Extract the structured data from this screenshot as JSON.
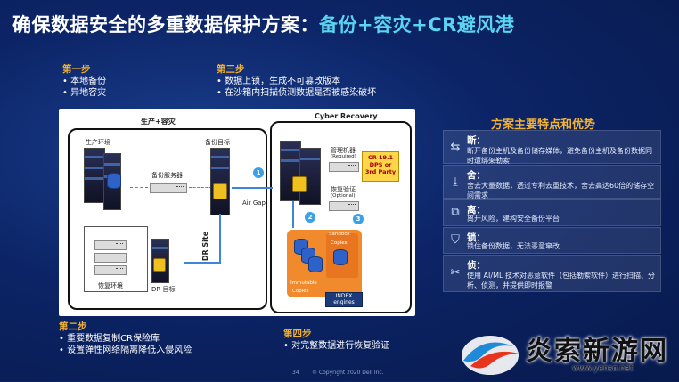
{
  "title": {
    "main": "确保数据安全的多重数据保护方案：",
    "highlight": "备份+容灾+CR避风港"
  },
  "steps": {
    "step1": {
      "title": "第一步",
      "items": [
        "本地备份",
        "异地容灾"
      ]
    },
    "step2": {
      "title": "第二步",
      "items": [
        "重要数据复制CR保险库",
        "设置弹性网络隔离降低入侵风险"
      ]
    },
    "step3": {
      "title": "第三步",
      "items": [
        "数据上锁，生成不可篡改版本",
        "在沙箱内扫描侦测数据是否被感染破坏"
      ]
    },
    "step4": {
      "title": "第四步",
      "items": [
        "对完整数据进行恢复验证"
      ]
    }
  },
  "diagram": {
    "prod_title": "生产+容灾",
    "cyber_title": "Cyber Recovery",
    "prod_env": "生产环境",
    "backup_server": "备份服务器",
    "backup_target": "备份目标",
    "restore_env": "恢复环境",
    "dr_target": "DR 目标",
    "dr_site": "DR Site",
    "air_gap": "Air Gap",
    "mgmt_host": "管理机器",
    "mgmt_required": "(Required)",
    "restore_verify": "恢复验证",
    "verify_optional": "(Optional)",
    "cr_label": [
      "CR 19.1",
      "DPS or",
      "3rd Party"
    ],
    "sandbox": "Sandbox",
    "copies": "Copies",
    "immutable": "Immutable",
    "immutable_copies": "Copies",
    "engines": [
      "INDEX",
      "engines"
    ],
    "num1": "1",
    "num2": "2",
    "num3": "3"
  },
  "features": {
    "title": "方案主要特点和优势",
    "items": [
      {
        "icon": "swap-icon",
        "glyph": "⇆",
        "head": "断：",
        "body": "断开备份主机及备份储存媒体，避免备份主机及备份数据同时遭绑架勒索"
      },
      {
        "icon": "download-icon",
        "glyph": "⤓",
        "head": "舍：",
        "body": "舍去大量数据，透过专利去重技术，舍去高达60倍的储存空间需求"
      },
      {
        "icon": "split-icon",
        "glyph": "⧉",
        "head": "离：",
        "body": "离开风险，建构安全备份平台"
      },
      {
        "icon": "shield-icon",
        "glyph": "⛉",
        "head": "锁：",
        "body": "锁住备份数据，无法恶意窜改"
      },
      {
        "icon": "tools-icon",
        "glyph": "✂",
        "head": "侦：",
        "body": "使用 AI/ML 技术对恶意软件（包括勒索软件）进行扫描、分析、侦测，并提供即时报警"
      }
    ]
  },
  "footer": {
    "page": "34",
    "copyright": "© Copyright 2020 Dell Inc."
  },
  "watermark": {
    "text": "炎索新游网",
    "url": "www.yenso.net"
  }
}
